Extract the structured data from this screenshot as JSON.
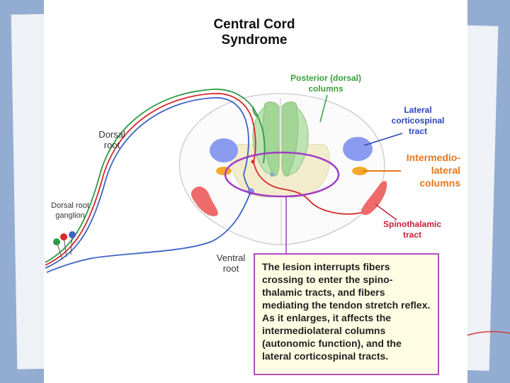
{
  "title_line1": "Central Cord",
  "title_line2": "Syndrome",
  "labels": {
    "posterior_columns": [
      "Posterior (dorsal)",
      "columns"
    ],
    "lateral_corticospinal": [
      "Lateral",
      "corticospinal",
      "tract"
    ],
    "intermediolateral": [
      "Intermedio-",
      "lateral",
      "columns"
    ],
    "spinothalamic": [
      "Spinothalamic",
      "tract"
    ],
    "dorsal_root": [
      "Dorsal",
      "root"
    ],
    "dorsal_root_ganglion": [
      "Dorsal root",
      "ganglion"
    ],
    "ventral_root": [
      "Ventral",
      "root"
    ]
  },
  "caption": "The lesion interrupts fibers crossing to enter the spino-thalamic tracts, and fibers mediating the tendon stretch reflex. As it enlarges, it affects the intermediolateral columns (autonomic function), and the lateral corticospinal tracts.",
  "colors": {
    "lesion": "#a03cc4",
    "dorsal_columns": "#a3d597",
    "corticospinal": "#8b9bf0",
    "intermediolateral": "#f4a92c",
    "spinothalamic": "#ee6b6b",
    "gray_matter": "#f2eccd",
    "root_red": "#d42b2b",
    "root_green": "#2e9a46",
    "root_blue": "#3e64c4",
    "label_green": "#3d9c3d",
    "label_blue": "#2b47b6",
    "label_orange": "#e7761a",
    "label_red": "#c8213a"
  }
}
